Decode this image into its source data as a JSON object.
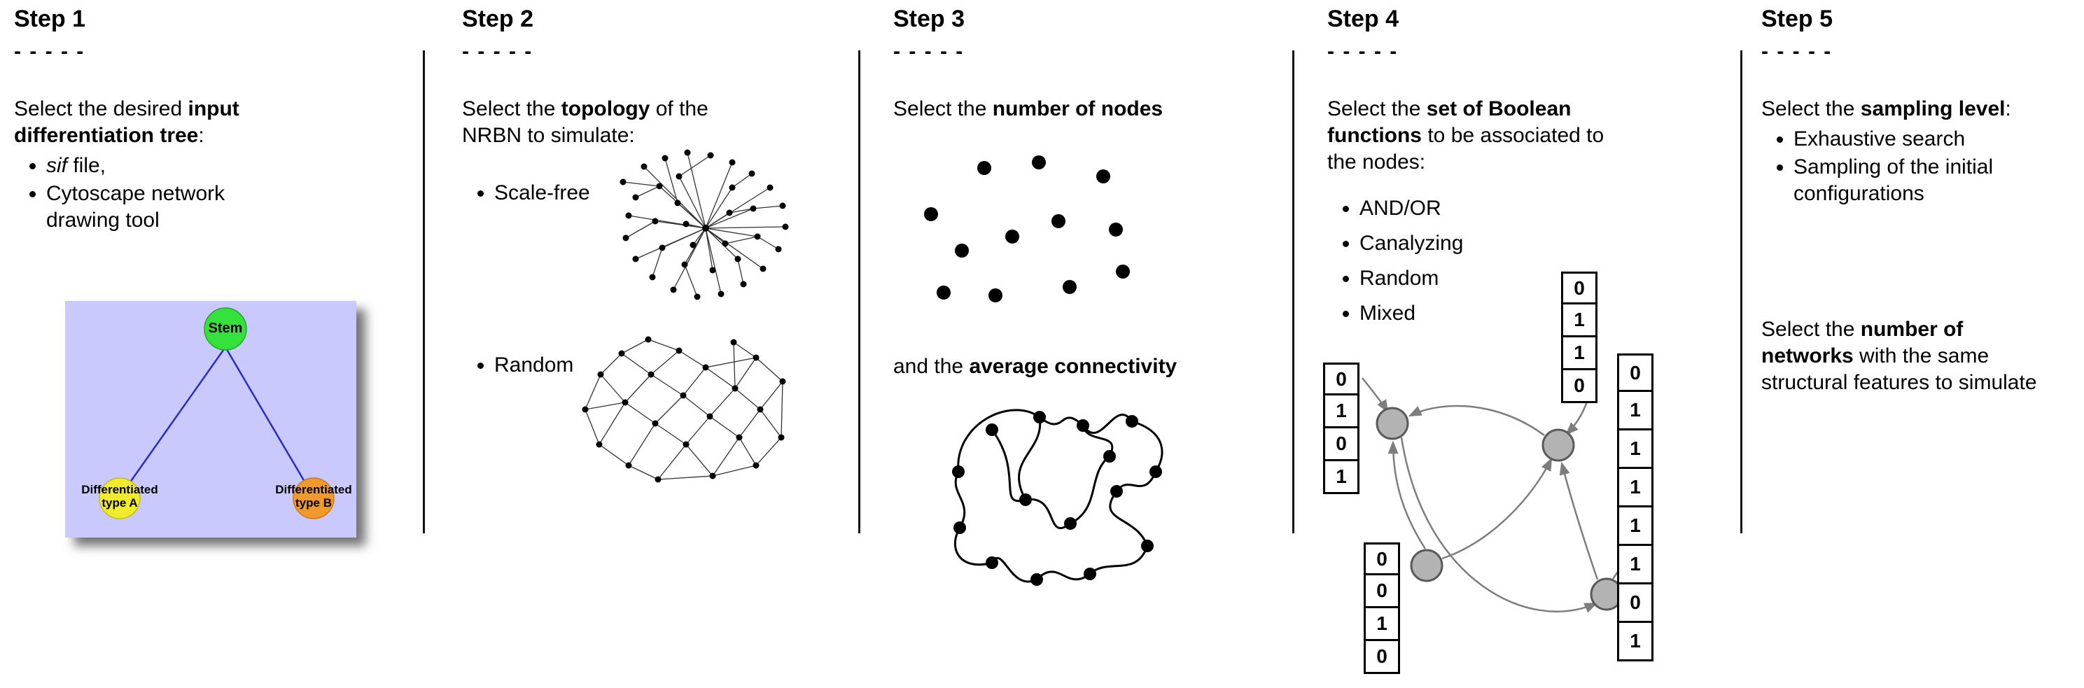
{
  "colors": {
    "divider": "#111111",
    "tree_panel_bg": "#c9c9fd",
    "stem_fill": "#35e23c",
    "type_a_fill": "#f0eb2d",
    "type_b_fill": "#f09a2e",
    "tree_edge": "#2a2ac8",
    "boolean_node_gray": "#b3b3b3",
    "arc_gray": "#7d7d7d",
    "table_border": "#000000"
  },
  "step1": {
    "title": "Step 1",
    "dashes": "- - - - -",
    "intro_pre": "Select the desired ",
    "intro_bold": "input differentiation tree",
    "intro_post": ":",
    "bullet1_italic": "sif",
    "bullet1_rest": " file,",
    "bullet2": "Cytoscape network drawing tool",
    "tree": {
      "stem_label": "Stem",
      "type_a_label": "Differentiated type A",
      "type_b_label": "Differentiated type B",
      "graphic": "differentiation-tree-image"
    }
  },
  "step2": {
    "title": "Step 2",
    "dashes": "- - - - -",
    "intro_pre": "Select the ",
    "intro_bold": "topology",
    "intro_post": " of the NRBN to simulate:",
    "bullet1": "Scale-free",
    "bullet2": "Random",
    "graphics": {
      "scale_free": "scale-free-network-graphic",
      "random": "random-network-graphic"
    }
  },
  "step3": {
    "title": "Step 3",
    "dashes": "- - - - -",
    "line1_pre": "Select the ",
    "line1_bold": "number of nodes",
    "line2_pre": "and the ",
    "line2_bold": "average connectivity",
    "graphics": {
      "nodes": "scattered-nodes-graphic",
      "connectivity": "connectivity-graph-graphic"
    }
  },
  "step4": {
    "title": "Step 4",
    "dashes": "- - - - -",
    "intro_pre": "Select the ",
    "intro_bold": "set of Boolean functions",
    "intro_post": " to be associated to the nodes:",
    "bullets": [
      "AND/OR",
      "Canalyzing",
      "Random",
      "Mixed"
    ],
    "truth_tables": {
      "top": [
        "0",
        "1",
        "1",
        "0"
      ],
      "left": [
        "0",
        "1",
        "0",
        "1"
      ],
      "bottom_left": [
        "0",
        "0",
        "1",
        "0"
      ],
      "right": [
        "0",
        "1",
        "1",
        "1",
        "1",
        "1",
        "0",
        "1"
      ]
    },
    "graphic": "boolean-network-graphic"
  },
  "step5": {
    "title": "Step 5",
    "dashes": "- - - - -",
    "intro_pre": "Select the ",
    "intro_bold": "sampling level",
    "intro_post": ":",
    "bullets": [
      "Exhaustive search",
      "Sampling of the initial configurations"
    ],
    "second_pre": "Select the ",
    "second_bold": "number of networks",
    "second_post": " with the same structural features to simulate"
  }
}
